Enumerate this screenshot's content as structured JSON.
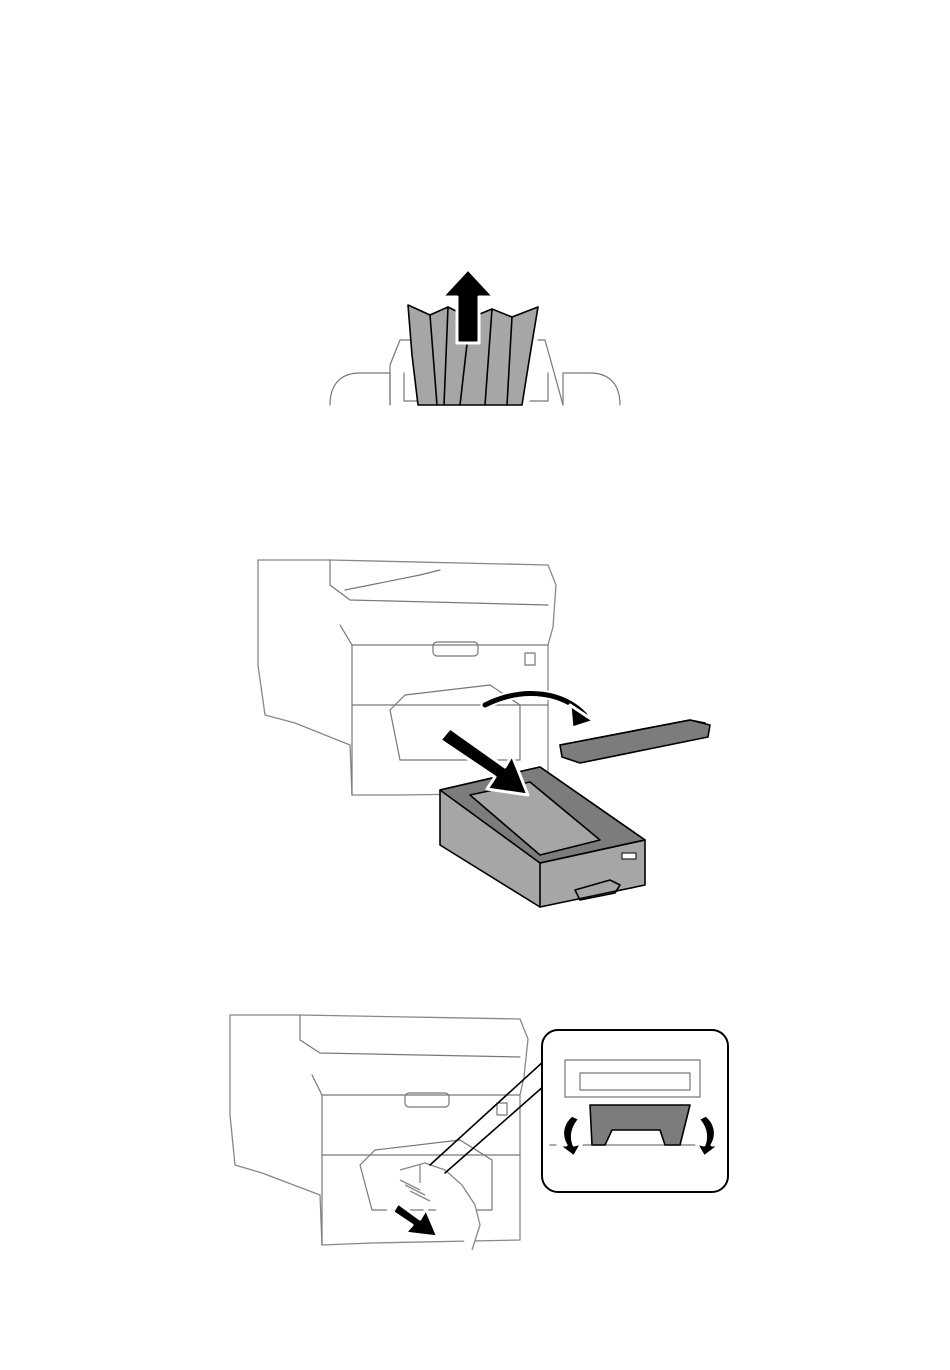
{
  "page": {
    "background": "#ffffff"
  },
  "figures": [
    {
      "id": "fig-remove-jammed-paper",
      "icon": "arrow-up-icon"
    },
    {
      "id": "fig-remove-paper-cassette",
      "icon": "arrow-out-icon"
    },
    {
      "id": "fig-pull-lever-inset",
      "icon": "arrow-down-icon"
    }
  ],
  "colors": {
    "paper_gray": "#a6a6a6",
    "cassette_dark": "#7c7c7c",
    "outline": "#000000",
    "printer_line": "#888888"
  }
}
